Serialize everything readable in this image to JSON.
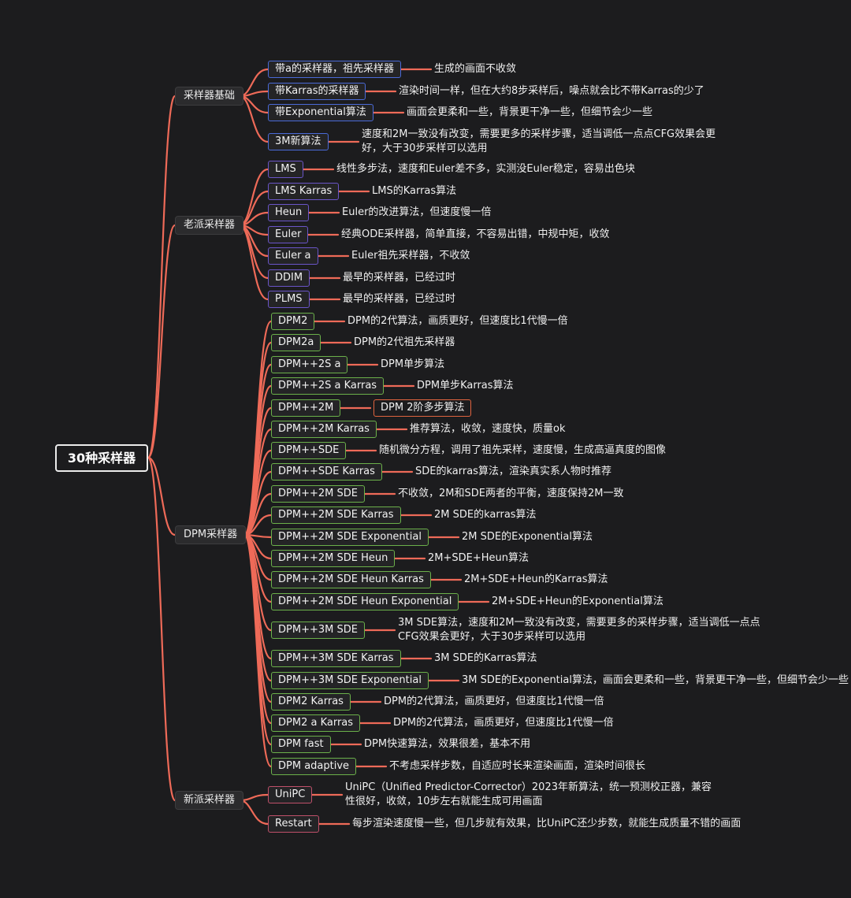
{
  "root": "30种采样器",
  "colors": {
    "background": "#1c1c1e",
    "line": "#ee6a58",
    "cat_basic_border": "#4a6ad8",
    "cat_old_border": "#6a55c8",
    "cat_dpm_border": "#6bb04a",
    "cat_new_border": "#c0506a",
    "boxed_desc_border": "#e0643f"
  },
  "categories": [
    {
      "name": "采样器基础",
      "items": [
        {
          "label": "带a的采样器，祖先采样器",
          "desc": "生成的画面不收敛"
        },
        {
          "label": "带Karras的采样器",
          "desc": "渲染时间一样，但在大约8步采样后，噪点就会比不带Karras的少了"
        },
        {
          "label": "带Exponential算法",
          "desc": "画面会更柔和一些，背景更干净一些，但细节会少一些"
        },
        {
          "label": "3M新算法",
          "desc": "速度和2M一致没有改变，需要更多的采样步骤，适当调低一点点CFG效果会更好，大于30步采样可以选用"
        }
      ]
    },
    {
      "name": "老派采样器",
      "items": [
        {
          "label": "LMS",
          "desc": "线性多步法，速度和Euler差不多，实测没Euler稳定，容易出色块"
        },
        {
          "label": "LMS Karras",
          "desc": "LMS的Karras算法"
        },
        {
          "label": "Heun",
          "desc": "Euler的改进算法，但速度慢一倍"
        },
        {
          "label": "Euler",
          "desc": "经典ODE采样器，简单直接，不容易出错，中规中矩，收敛"
        },
        {
          "label": "Euler a",
          "desc": "Euler祖先采样器，不收敛"
        },
        {
          "label": "DDIM",
          "desc": "最早的采样器，已经过时"
        },
        {
          "label": "PLMS",
          "desc": "最早的采样器，已经过时"
        }
      ]
    },
    {
      "name": "DPM采样器",
      "items": [
        {
          "label": "DPM2",
          "desc": "DPM的2代算法，画质更好，但速度比1代慢一倍"
        },
        {
          "label": "DPM2a",
          "desc": "DPM的2代祖先采样器"
        },
        {
          "label": "DPM++2S a",
          "desc": "DPM单步算法"
        },
        {
          "label": "DPM++2S a Karras",
          "desc": "DPM单步Karras算法"
        },
        {
          "label": "DPM++2M",
          "desc": "DPM 2阶多步算法"
        },
        {
          "label": "DPM++2M Karras",
          "desc": "推荐算法，收敛，速度快，质量ok"
        },
        {
          "label": "DPM++SDE",
          "desc": "随机微分方程，调用了祖先采样，速度慢，生成高逼真度的图像"
        },
        {
          "label": "DPM++SDE Karras",
          "desc": "SDE的karras算法，渲染真实系人物时推荐"
        },
        {
          "label": "DPM++2M SDE",
          "desc": "不收敛，2M和SDE两者的平衡，速度保持2M一致"
        },
        {
          "label": "DPM++2M SDE Karras",
          "desc": "2M SDE的karras算法"
        },
        {
          "label": "DPM++2M SDE Exponential",
          "desc": "2M SDE的Exponential算法"
        },
        {
          "label": "DPM++2M SDE Heun",
          "desc": "2M+SDE+Heun算法"
        },
        {
          "label": "DPM++2M SDE Heun Karras",
          "desc": "2M+SDE+Heun的Karras算法"
        },
        {
          "label": "DPM++2M SDE Heun Exponential",
          "desc": "2M+SDE+Heun的Exponential算法"
        },
        {
          "label": "DPM++3M SDE",
          "desc": "3M SDE算法，速度和2M一致没有改变，需要更多的采样步骤，适当调低一点点CFG效果会更好，大于30步采样可以选用"
        },
        {
          "label": "DPM++3M SDE Karras",
          "desc": "3M SDE的Karras算法"
        },
        {
          "label": "DPM++3M SDE Exponential",
          "desc": "3M SDE的Exponential算法，画面会更柔和一些，背景更干净一些，但细节会少一些"
        },
        {
          "label": "DPM2 Karras",
          "desc": "DPM的2代算法，画质更好，但速度比1代慢一倍"
        },
        {
          "label": "DPM2 a Karras",
          "desc": "DPM的2代算法，画质更好，但速度比1代慢一倍"
        },
        {
          "label": "DPM fast",
          "desc": "DPM快速算法，效果很差，基本不用"
        },
        {
          "label": "DPM adaptive",
          "desc": "不考虑采样步数，自适应时长来渲染画面，渲染时间很长"
        }
      ]
    },
    {
      "name": "新派采样器",
      "items": [
        {
          "label": "UniPC",
          "desc": "UniPC（Unified Predictor-Corrector）2023年新算法，统一预测校正器，兼容性很好，收敛，10步左右就能生成可用画面"
        },
        {
          "label": "Restart",
          "desc": "每步渲染速度慢一些，但几步就有效果，比UniPC还少步数，就能生成质量不错的画面"
        }
      ]
    }
  ]
}
